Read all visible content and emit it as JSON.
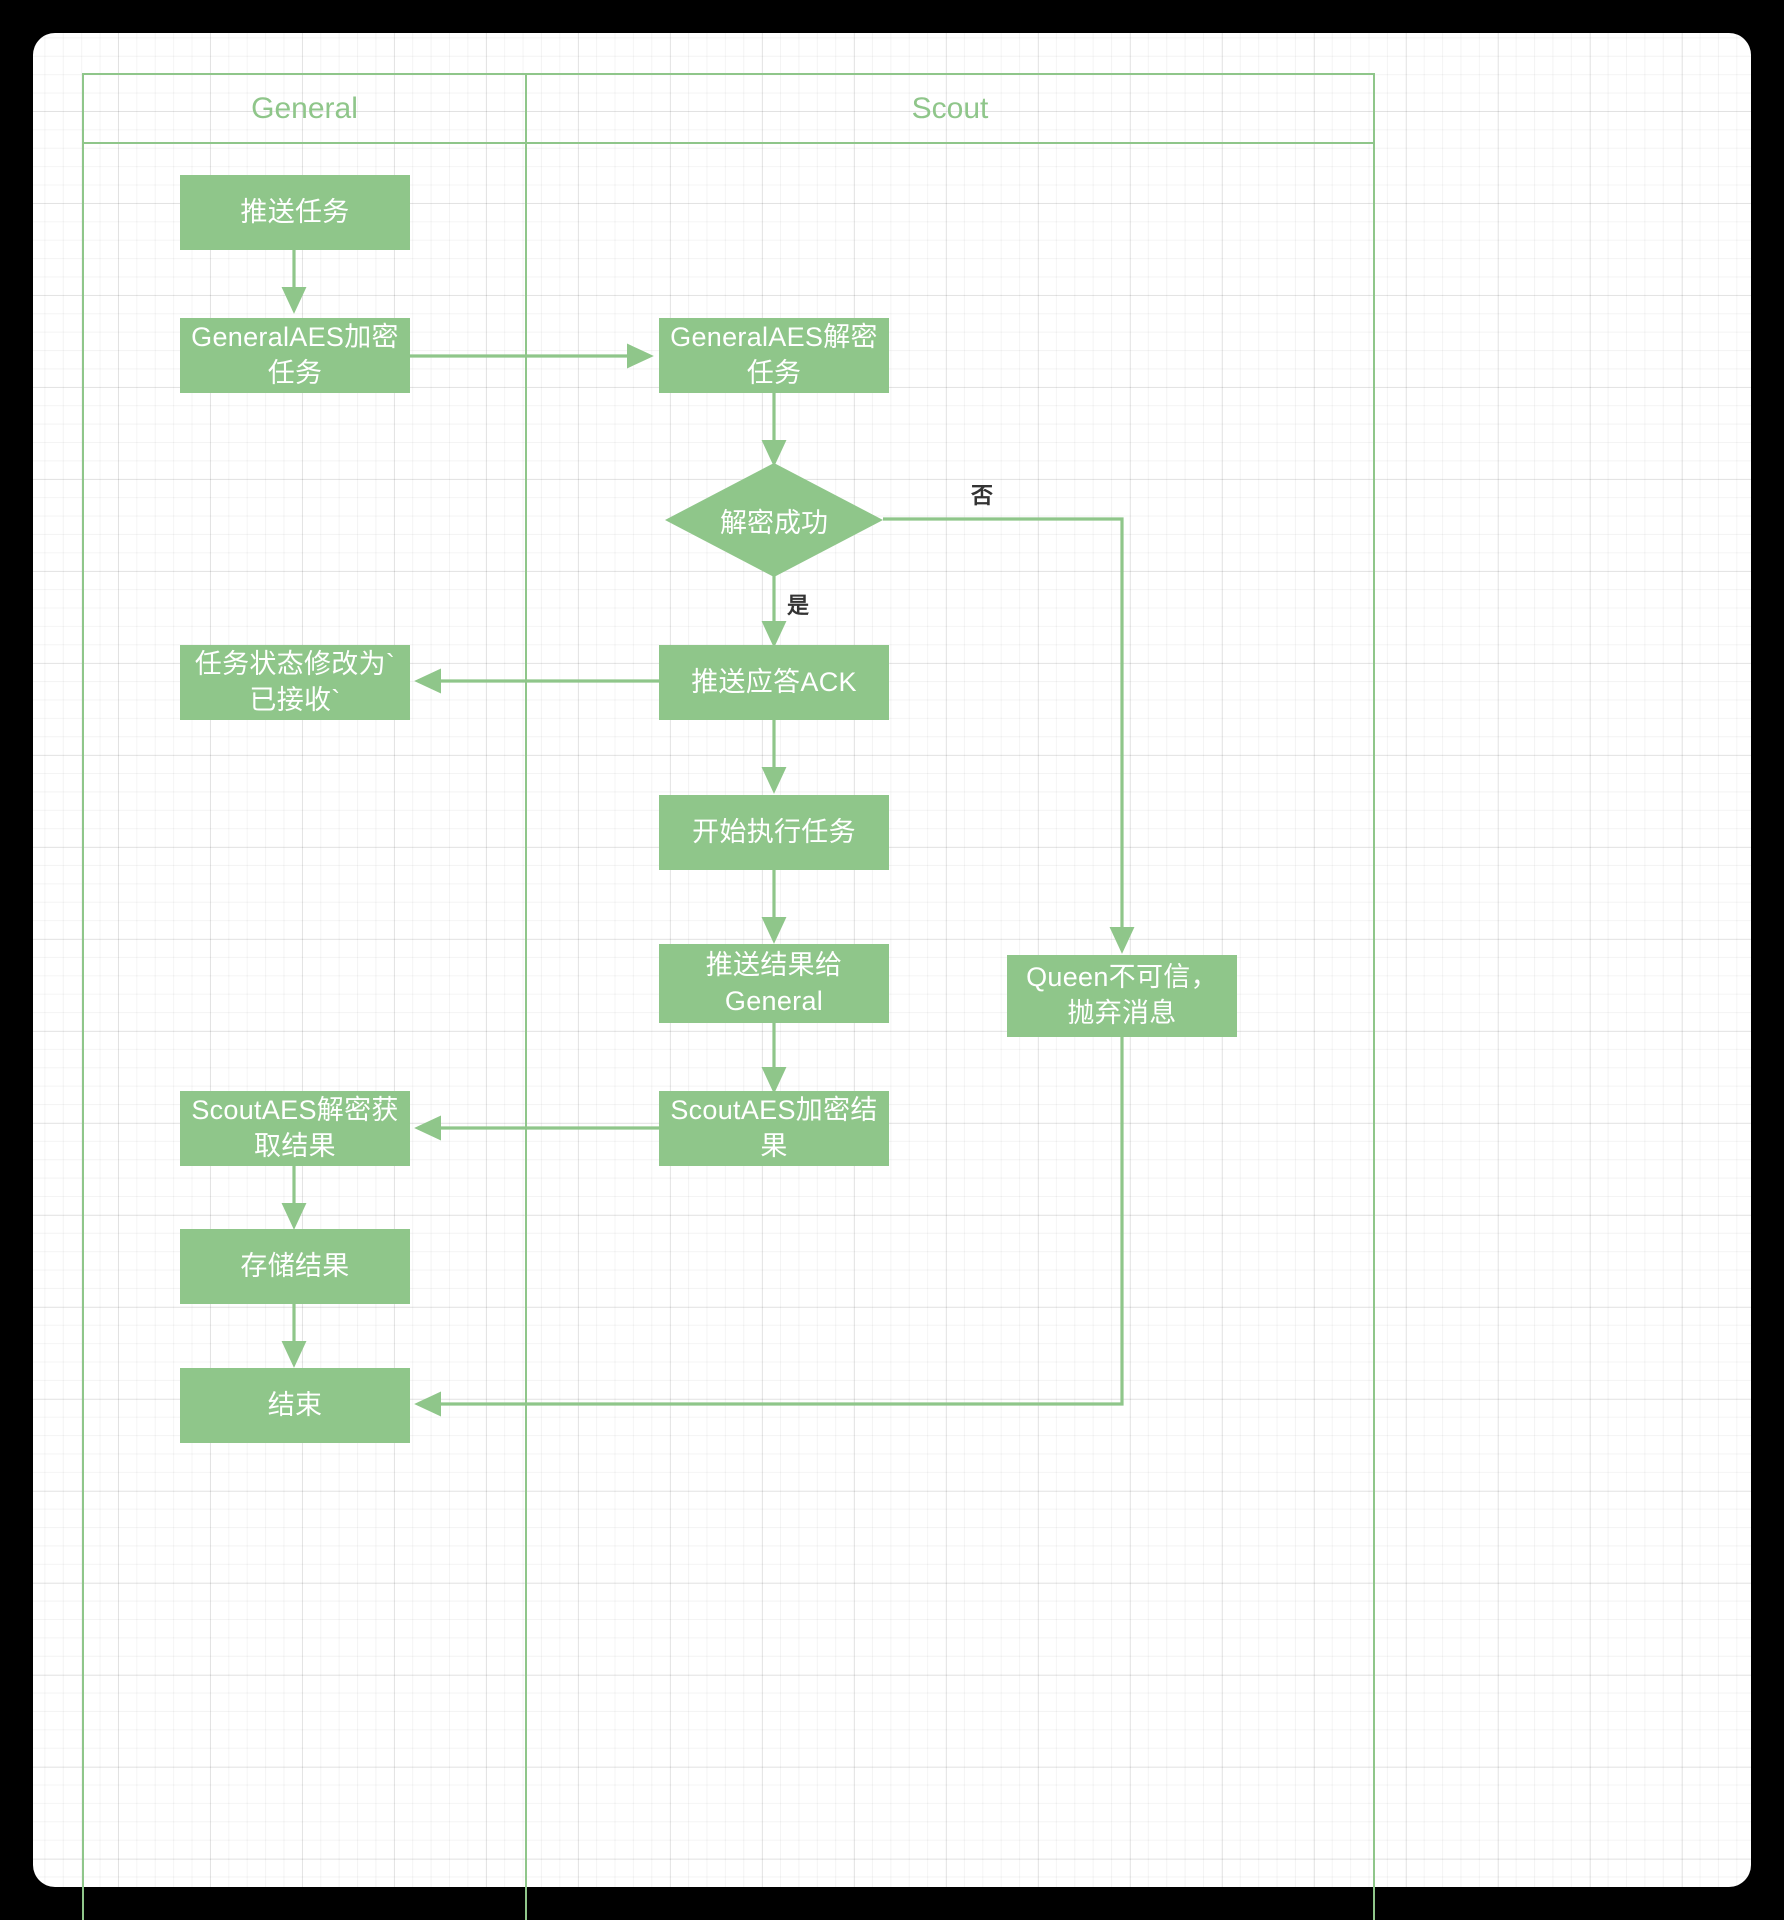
{
  "diagram": {
    "type": "swimlane-flowchart",
    "theme": {
      "node_fill": "#8FC68A",
      "node_text": "#FFFFFF",
      "edge_stroke": "#8FC68A",
      "lane_border": "#8FC68A",
      "lane_title": "#8FC68A",
      "edge_label_text": "#333333",
      "canvas_bg": "#FFFFFF",
      "frame_bg": "#000000",
      "grid_minor": "rgba(0,0,0,0.045)",
      "grid_major": "rgba(0,0,0,0.075)"
    },
    "lanes": [
      {
        "id": "lane-general",
        "title": "General"
      },
      {
        "id": "lane-scout",
        "title": "Scout"
      }
    ],
    "nodes": [
      {
        "id": "n1",
        "lane": "lane-general",
        "shape": "rect",
        "label": "推送任务"
      },
      {
        "id": "n2",
        "lane": "lane-general",
        "shape": "rect",
        "label": "GeneralAES加密任务"
      },
      {
        "id": "n3",
        "lane": "lane-scout",
        "shape": "rect",
        "label": "GeneralAES解密任务"
      },
      {
        "id": "n4",
        "lane": "lane-scout",
        "shape": "diamond",
        "label": "解密成功"
      },
      {
        "id": "n5",
        "lane": "lane-scout",
        "shape": "rect",
        "label": "推送应答ACK"
      },
      {
        "id": "n6",
        "lane": "lane-general",
        "shape": "rect",
        "label": "任务状态修改为`已接收`"
      },
      {
        "id": "n7",
        "lane": "lane-scout",
        "shape": "rect",
        "label": "开始执行任务"
      },
      {
        "id": "n8",
        "lane": "lane-scout",
        "shape": "rect",
        "label": "推送结果给General"
      },
      {
        "id": "n9",
        "lane": "lane-scout",
        "shape": "rect",
        "label": "Queen不可信，抛弃消息"
      },
      {
        "id": "n10",
        "lane": "lane-scout",
        "shape": "rect",
        "label": "ScoutAES加密结果"
      },
      {
        "id": "n11",
        "lane": "lane-general",
        "shape": "rect",
        "label": "ScoutAES解密获取结果"
      },
      {
        "id": "n12",
        "lane": "lane-general",
        "shape": "rect",
        "label": "存储结果"
      },
      {
        "id": "n13",
        "lane": "lane-general",
        "shape": "rect",
        "label": "结束"
      }
    ],
    "edges": [
      {
        "from": "n1",
        "to": "n2",
        "label": ""
      },
      {
        "from": "n2",
        "to": "n3",
        "label": ""
      },
      {
        "from": "n3",
        "to": "n4",
        "label": ""
      },
      {
        "from": "n4",
        "to": "n5",
        "label": "是"
      },
      {
        "from": "n4",
        "to": "n9",
        "label": "否"
      },
      {
        "from": "n5",
        "to": "n6",
        "label": ""
      },
      {
        "from": "n5",
        "to": "n7",
        "label": ""
      },
      {
        "from": "n7",
        "to": "n8",
        "label": ""
      },
      {
        "from": "n8",
        "to": "n10",
        "label": ""
      },
      {
        "from": "n10",
        "to": "n11",
        "label": ""
      },
      {
        "from": "n11",
        "to": "n12",
        "label": ""
      },
      {
        "from": "n12",
        "to": "n13",
        "label": ""
      },
      {
        "from": "n9",
        "to": "n13",
        "label": ""
      }
    ],
    "edge_labels": {
      "yes": "是",
      "no": "否"
    }
  }
}
